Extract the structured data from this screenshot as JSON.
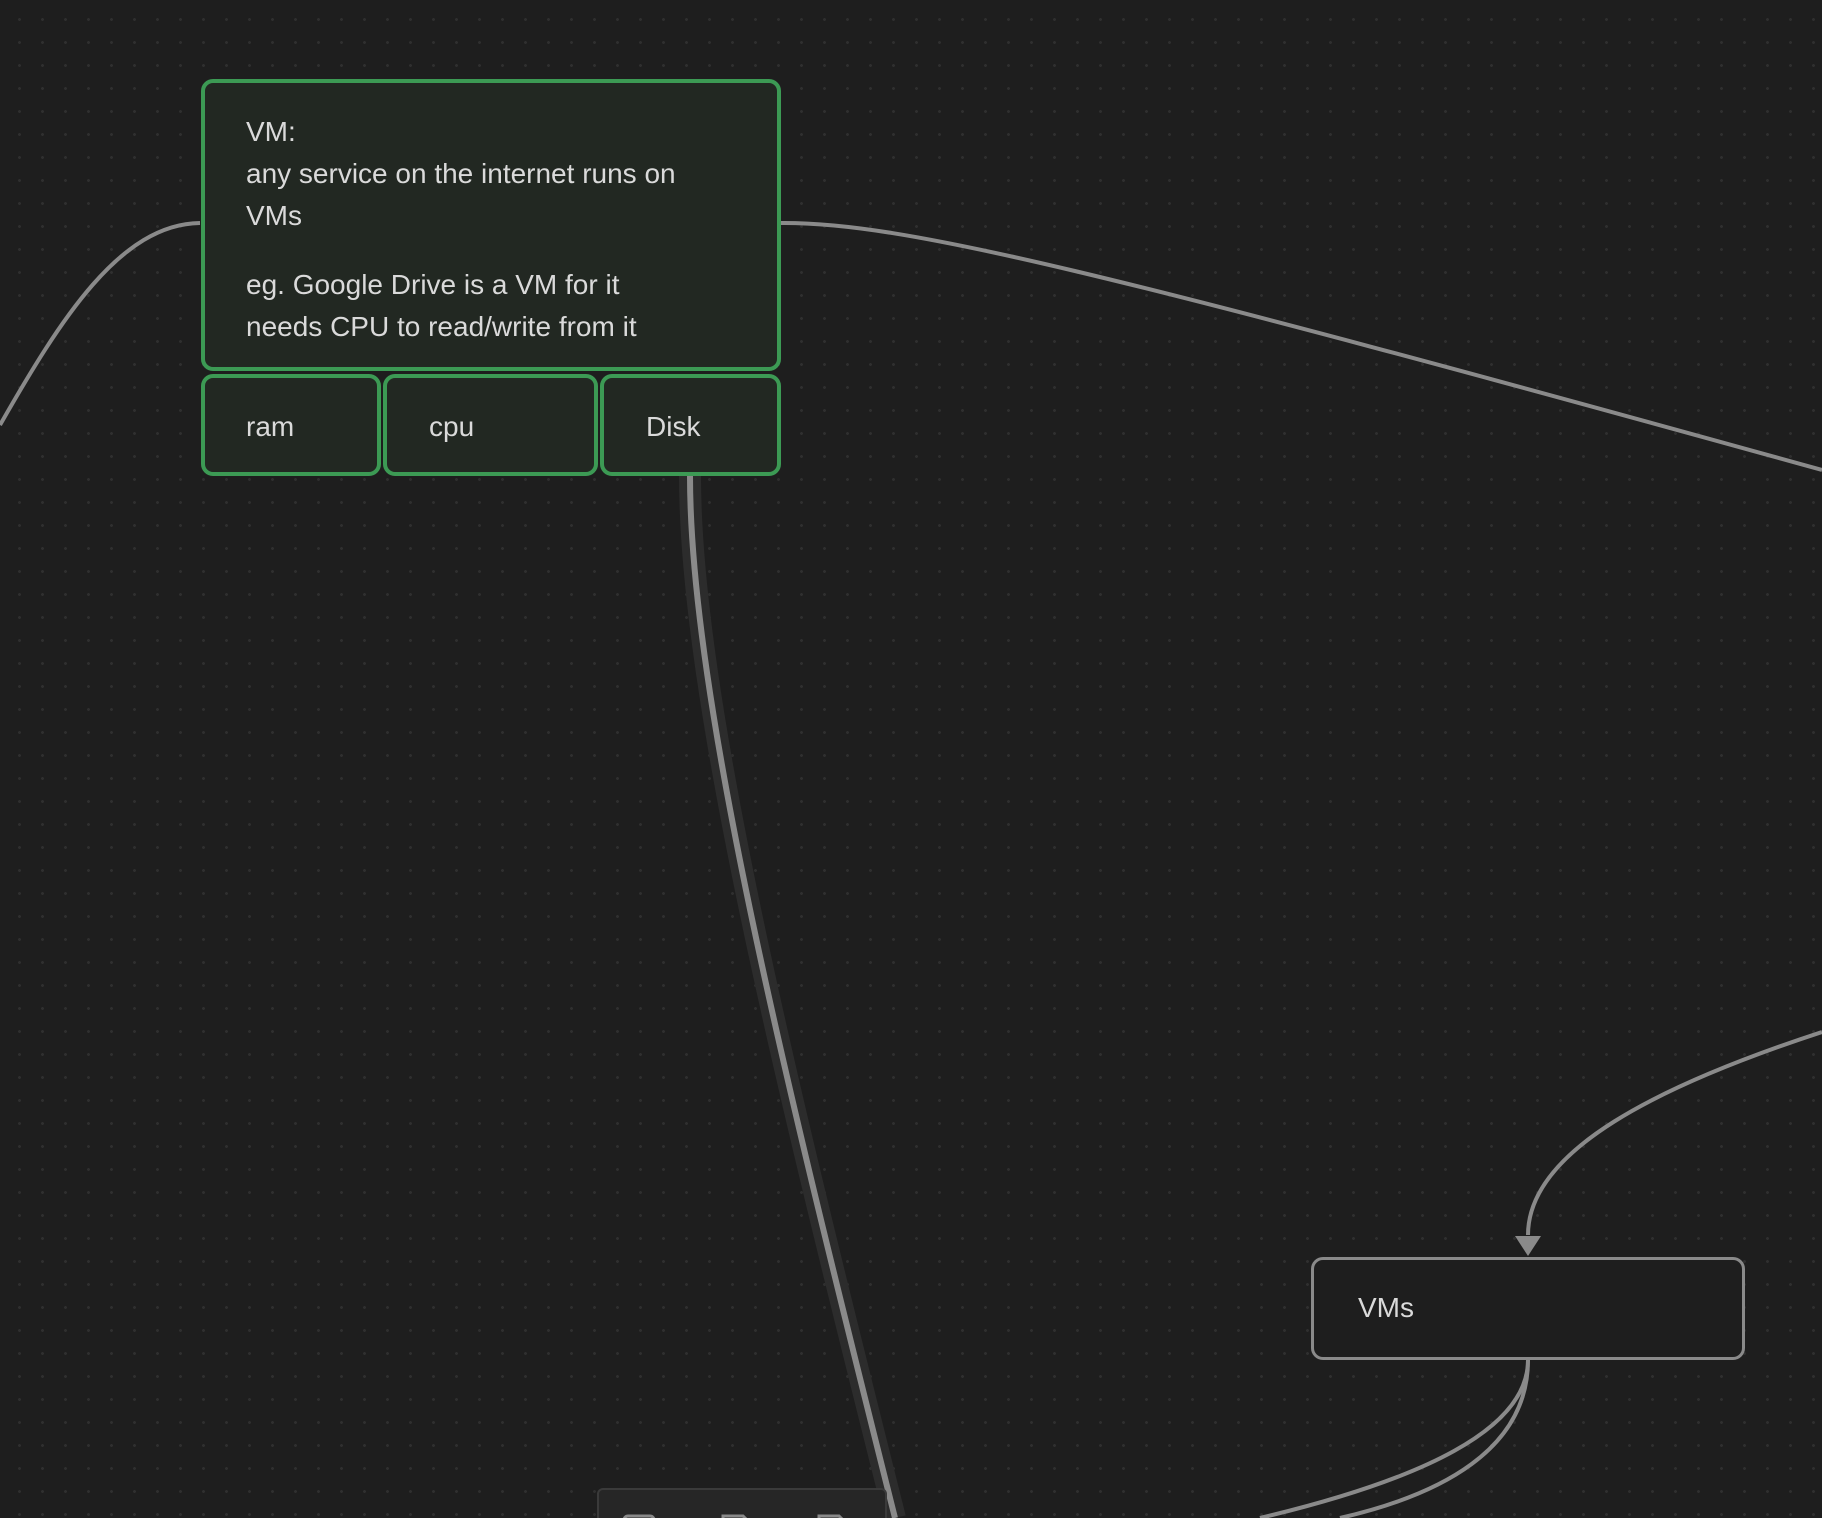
{
  "canvas": {
    "background_color": "#1e1e1e",
    "dot_color": "#2f2f2f"
  },
  "colors": {
    "green_node_border": "#3c9a54",
    "green_node_fill": "#222822",
    "gray_node_border": "#8a8a8a",
    "edge_color": "#8a8a8a",
    "text_color": "#dadada"
  },
  "nodes": {
    "vm": {
      "title": "VM:",
      "lines": [
        "any service on the internet runs on\nVMs",
        "eg. Google Drive is a VM for it\nneeds CPU to read/write from it"
      ]
    },
    "ram": {
      "label": "ram"
    },
    "cpu": {
      "label": "cpu"
    },
    "disk": {
      "label": "Disk"
    },
    "vms": {
      "label": "VMs"
    }
  },
  "edges": [
    {
      "from": "offscreen-left",
      "to": "vm"
    },
    {
      "from": "vm",
      "to": "offscreen-right"
    },
    {
      "from": "disk",
      "to": "offscreen-bottom"
    },
    {
      "from": "offscreen-right",
      "to": "vms",
      "arrow": true
    },
    {
      "from": "vms",
      "to": "offscreen-bottom"
    }
  ],
  "toolbar": {
    "icons": [
      "card-icon",
      "file-icon",
      "media-icon"
    ]
  }
}
